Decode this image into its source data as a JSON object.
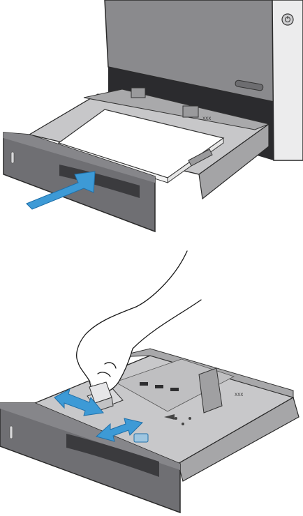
{
  "figure": {
    "panels": [
      {
        "name": "insert-tray-step"
      },
      {
        "name": "adjust-guides-step"
      }
    ]
  },
  "labels": {
    "tray_size_marks": "XXX"
  },
  "colors": {
    "arrow_blue": "#3d9ad6",
    "arrow_blue_dark": "#1f6fa8",
    "tray_dark": "#6e6e72",
    "tray_mid": "#8c8c90",
    "tray_light": "#bdbdbf",
    "paper": "#ffffff",
    "printer_body": "#8a8a8d",
    "printer_side": "#e9e9ea",
    "cavity": "#2b2b2e"
  },
  "icons": [
    "power-button-icon",
    "push-arrow-icon",
    "double-arrow-icon",
    "hand-icon"
  ]
}
